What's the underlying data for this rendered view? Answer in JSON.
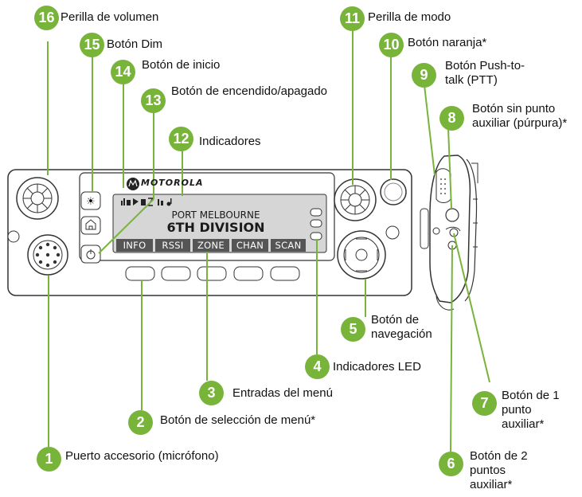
{
  "brand": "MOTOROLA",
  "display": {
    "line1": "PORT MELBOURNE",
    "line2": "6TH DIVISION",
    "softkeys": [
      "INFO",
      "RSSI",
      "ZONE",
      "CHAN",
      "SCAN"
    ]
  },
  "callouts": [
    {
      "num": "1",
      "label": "Puerto accesorio (micrófono)"
    },
    {
      "num": "2",
      "label": "Botón de selección de menú*"
    },
    {
      "num": "3",
      "label": "Entradas del menú"
    },
    {
      "num": "4",
      "label": "Indicadores LED"
    },
    {
      "num": "5",
      "label": "Botón de navegación"
    },
    {
      "num": "6",
      "label": "Botón de 2 puntos auxiliar*"
    },
    {
      "num": "7",
      "label": "Botón de 1 punto auxiliar*"
    },
    {
      "num": "8",
      "label": "Botón sin punto auxiliar (púrpura)*"
    },
    {
      "num": "9",
      "label": "Botón Push-to-talk (PTT)"
    },
    {
      "num": "10",
      "label": "Botón naranja*"
    },
    {
      "num": "11",
      "label": "Perilla de modo"
    },
    {
      "num": "12",
      "label": "Indicadores"
    },
    {
      "num": "13",
      "label": "Botón de encendido/apagado"
    },
    {
      "num": "14",
      "label": "Botón de inicio"
    },
    {
      "num": "15",
      "label": "Botón Dim"
    },
    {
      "num": "16",
      "label": "Perilla de volumen"
    }
  ],
  "colors": {
    "badge": "#79b43a",
    "panel_stroke": "#333333",
    "lcd": "#d6d6d6"
  }
}
